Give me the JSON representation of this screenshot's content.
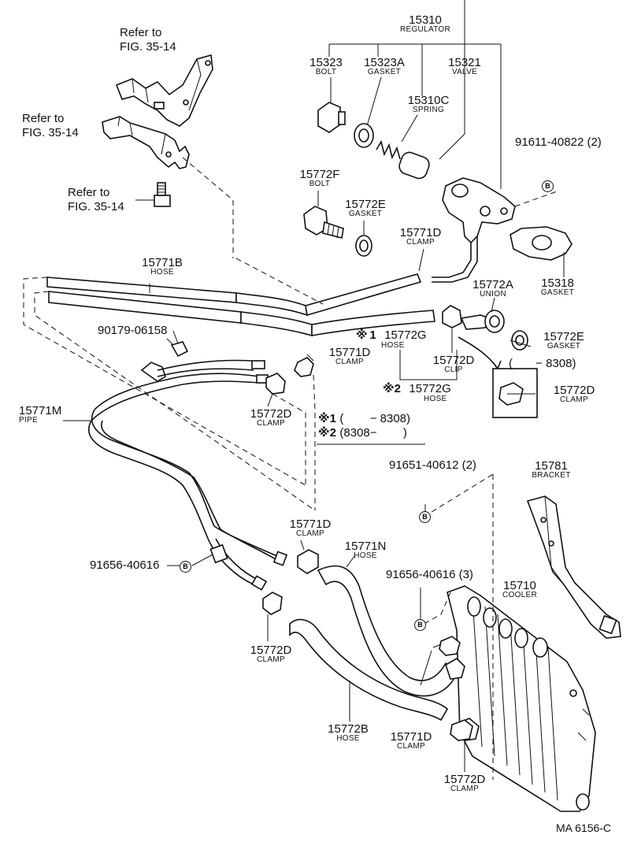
{
  "refs": {
    "r1": [
      "Refer to",
      "FIG. 35-14"
    ],
    "r2": [
      "Refer to",
      "FIG. 35-14"
    ],
    "r3": [
      "Refer to",
      "FIG. 35-14"
    ]
  },
  "parts": {
    "p15310": {
      "num": "15310",
      "name": "REGULATOR"
    },
    "p15323": {
      "num": "15323",
      "name": "BOLT"
    },
    "p15323A": {
      "num": "15323A",
      "name": "GASKET"
    },
    "p15321": {
      "num": "15321",
      "name": "VALVE"
    },
    "p15310C": {
      "num": "15310C",
      "name": "SPRING"
    },
    "p91611": {
      "num": "91611-40822 (2)"
    },
    "p15772F": {
      "num": "15772F",
      "name": "BOLT"
    },
    "p15772E_top": {
      "num": "15772E",
      "name": "GASKET"
    },
    "p15771D_top": {
      "num": "15771D",
      "name": "CLAMP"
    },
    "p15318": {
      "num": "15318",
      "name": "GASKET"
    },
    "p15771B": {
      "num": "15771B",
      "name": "HOSE"
    },
    "p15772A": {
      "num": "15772A",
      "name": "UNION"
    },
    "p90179": {
      "num": "90179-06158"
    },
    "p15772G_1": {
      "num": "15772G",
      "name": "HOSE"
    },
    "p15772E_r": {
      "num": "15772E",
      "name": "GASKET"
    },
    "p15771D_mid": {
      "num": "15771D",
      "name": "CLAMP"
    },
    "p15772D_clip": {
      "num": "15772D",
      "name": "CLIP"
    },
    "range_8308": "(       − 8308)",
    "p15772D_clampbox": {
      "num": "15772D",
      "name": "CLAMP"
    },
    "p15772G_2": {
      "num": "15772G",
      "name": "HOSE"
    },
    "p15771M": {
      "num": "15771M",
      "name": "PIPE"
    },
    "p15772D_mid": {
      "num": "15772D",
      "name": "CLAMP"
    },
    "p91651": {
      "num": "91651-40612 (2)"
    },
    "p15781": {
      "num": "15781",
      "name": "BRACKET"
    },
    "p15771D_low": {
      "num": "15771D",
      "name": "CLAMP"
    },
    "p15771N": {
      "num": "15771N",
      "name": "HOSE"
    },
    "p91656_l": {
      "num": "91656-40616"
    },
    "p91656_r": {
      "num": "91656-40616 (3)"
    },
    "p15710": {
      "num": "15710",
      "name": "COOLER"
    },
    "p15772D_low": {
      "num": "15772D",
      "name": "CLAMP"
    },
    "p15772B": {
      "num": "15772B",
      "name": "HOSE"
    },
    "p15771D_bot": {
      "num": "15771D",
      "name": "CLAMP"
    },
    "p15772D_bot": {
      "num": "15772D",
      "name": "CLAMP"
    }
  },
  "notes": {
    "mark": "※",
    "one": "1",
    "two": "2",
    "hose1_marker": "※1",
    "hose2_marker": "※2",
    "legend1": "(        − 8308)",
    "legend2": "(8308−        )"
  },
  "bolt_symbol": "B",
  "figure_id": "MA 6156-C"
}
